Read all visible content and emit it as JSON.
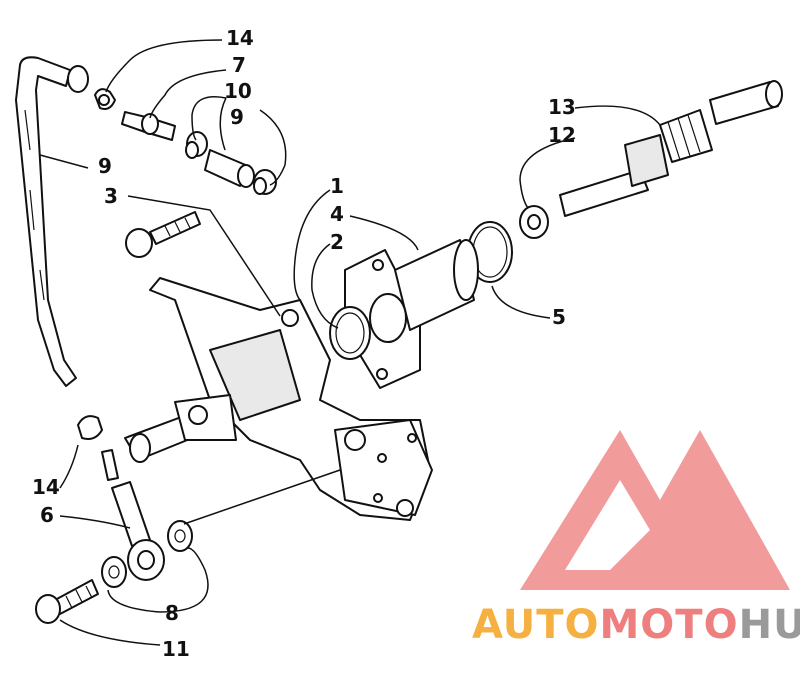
{
  "callouts": {
    "c14_top": "14",
    "c7": "7",
    "c10": "10",
    "c9_top": "9",
    "c13": "13",
    "c12": "12",
    "c9_left": "9",
    "c3": "3",
    "c1": "1",
    "c4": "4",
    "c2": "2",
    "c5": "5",
    "c14_bottom": "14",
    "c6": "6",
    "c8": "8",
    "c11": "11"
  },
  "watermark": {
    "word_auto": "AUTO",
    "word_moto": "MOTO",
    "word_hub": "HUB",
    "color_orange": "#f5b041",
    "color_red": "#ef7f7f",
    "color_gray": "#9a9a9a"
  }
}
